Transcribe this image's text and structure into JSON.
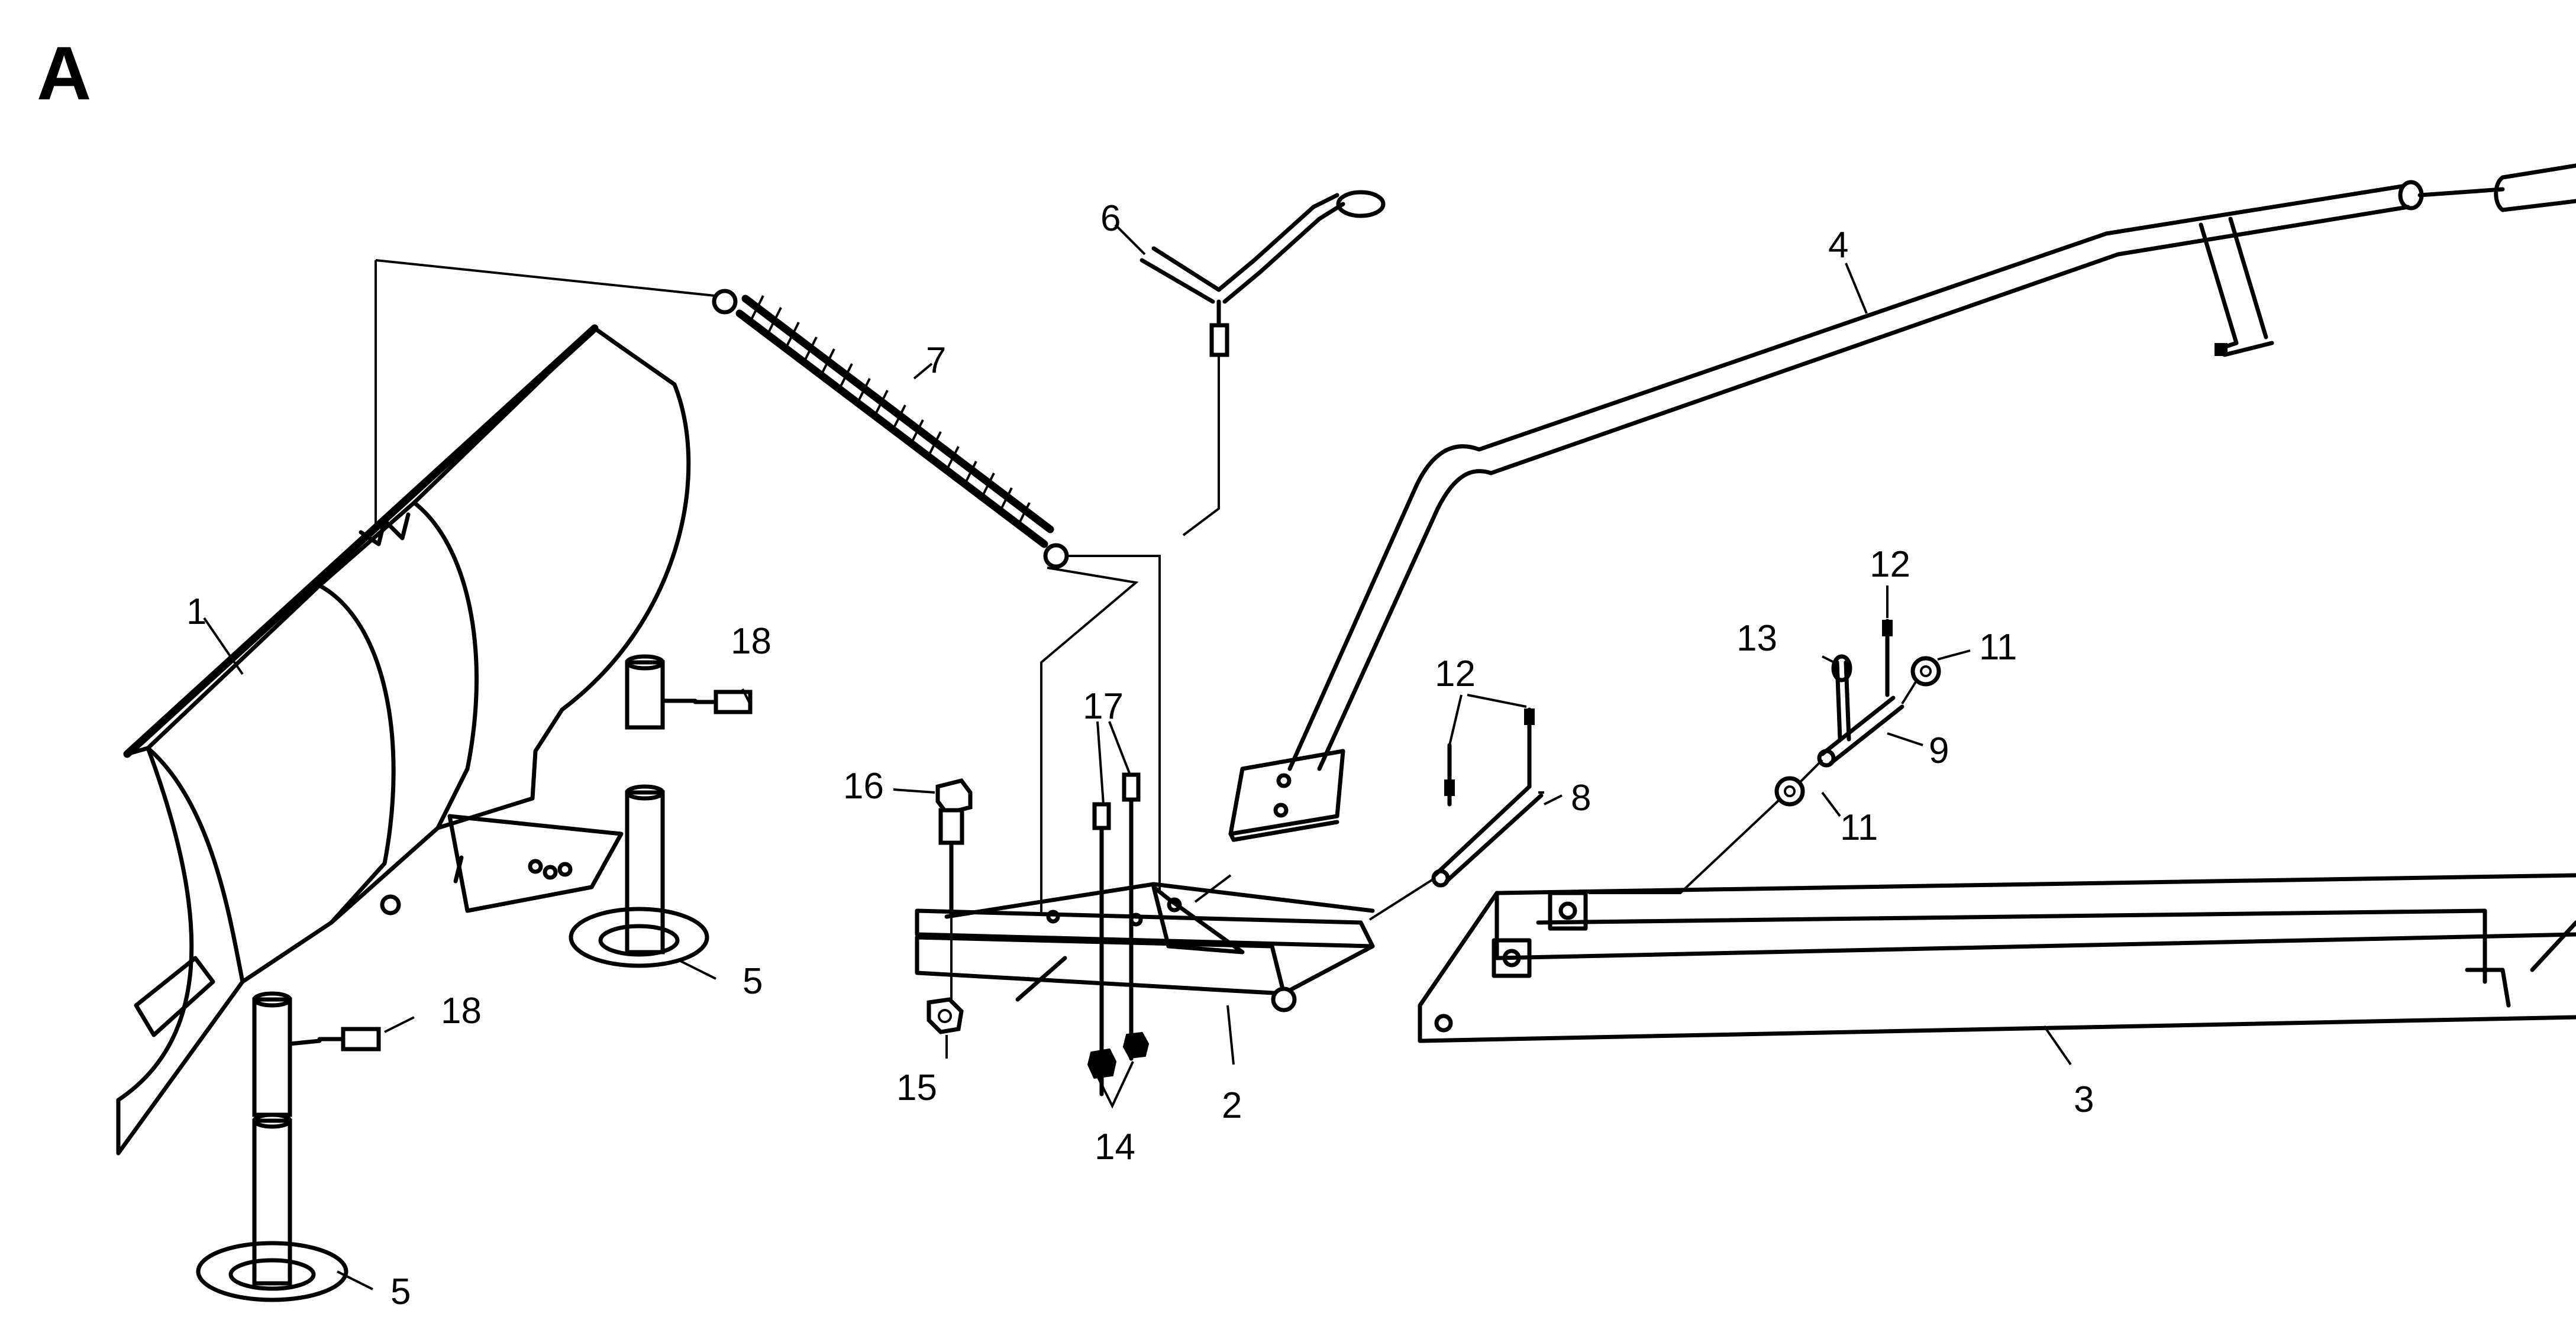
{
  "figure": {
    "panel_letter": "A"
  },
  "callouts": [
    {
      "id": "c1",
      "text": "1"
    },
    {
      "id": "c2",
      "text": "2"
    },
    {
      "id": "c3",
      "text": "3"
    },
    {
      "id": "c4",
      "text": "4"
    },
    {
      "id": "c5a",
      "text": "5"
    },
    {
      "id": "c5b",
      "text": "5"
    },
    {
      "id": "c6",
      "text": "6"
    },
    {
      "id": "c7",
      "text": "7"
    },
    {
      "id": "c8",
      "text": "8"
    },
    {
      "id": "c9",
      "text": "9"
    },
    {
      "id": "c11a",
      "text": "11"
    },
    {
      "id": "c11b",
      "text": "11"
    },
    {
      "id": "c12a",
      "text": "12"
    },
    {
      "id": "c12b",
      "text": "12"
    },
    {
      "id": "c13",
      "text": "13"
    },
    {
      "id": "c14",
      "text": "14"
    },
    {
      "id": "c15",
      "text": "15"
    },
    {
      "id": "c16",
      "text": "16"
    },
    {
      "id": "c17",
      "text": "17"
    },
    {
      "id": "c18a",
      "text": "18"
    },
    {
      "id": "c18b",
      "text": "18"
    }
  ],
  "colors": {
    "ink": "#000000",
    "paper": "#ffffff"
  }
}
